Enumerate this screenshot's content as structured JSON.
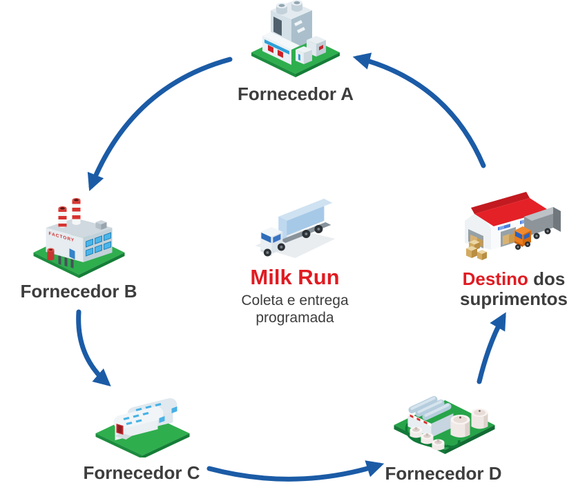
{
  "diagram": {
    "type": "cycle-flow-diagram",
    "center": {
      "title": "Milk Run",
      "subtitle_line1": "Coleta e entrega",
      "subtitle_line2": "programada",
      "icon": "delivery-truck-icon"
    },
    "nodes": [
      {
        "id": "fornecedor-a",
        "label": "Fornecedor A",
        "icon": "factory-icon"
      },
      {
        "id": "fornecedor-b",
        "label": "Fornecedor B",
        "icon": "factory-chimneys-icon"
      },
      {
        "id": "fornecedor-c",
        "label": "Fornecedor C",
        "icon": "warehouse-icon"
      },
      {
        "id": "fornecedor-d",
        "label": "Fornecedor D",
        "icon": "industrial-plant-icon"
      },
      {
        "id": "destino",
        "label_accent": "Destino",
        "label_line1_rest": "dos",
        "label_line2": "suprimentos",
        "icon": "destination-warehouse-truck-icon"
      }
    ],
    "connections": [
      {
        "from": "destino",
        "to": "fornecedor-a"
      },
      {
        "from": "fornecedor-a",
        "to": "fornecedor-b"
      },
      {
        "from": "fornecedor-b",
        "to": "fornecedor-c"
      },
      {
        "from": "fornecedor-c",
        "to": "fornecedor-d"
      },
      {
        "from": "fornecedor-d",
        "to": "destino"
      }
    ],
    "colors": {
      "arrow_color": "#1b5ba6",
      "accent_red": "#e01b22",
      "label_text": "#3d3d3d",
      "base_green": "#2fae4e"
    }
  }
}
